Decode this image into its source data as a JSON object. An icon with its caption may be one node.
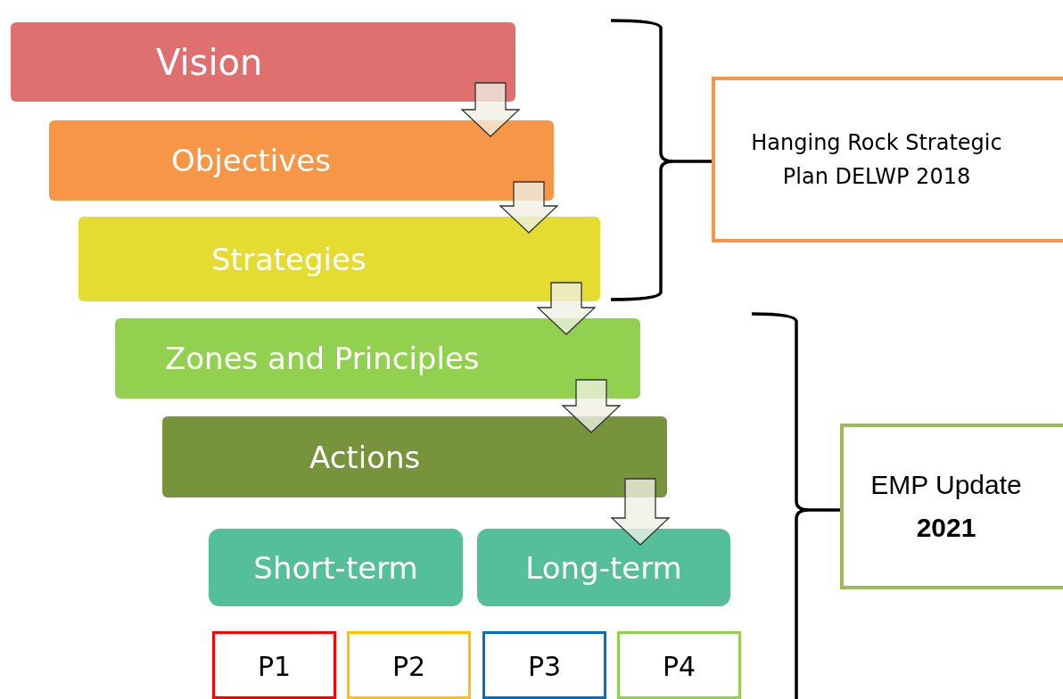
{
  "diagram": {
    "nodes": [
      {
        "text": [
          "Vision"
        ]
      },
      {
        "text": [
          "Objectives"
        ]
      },
      {
        "text": [
          "Strategies"
        ]
      },
      {
        "text": [
          "Zones and Principles"
        ]
      },
      {
        "text": [
          "Actions"
        ]
      },
      {
        "text": [
          "Short-term"
        ]
      },
      {
        "text": [
          "Long-term"
        ]
      },
      {
        "text": [
          "P1"
        ]
      },
      {
        "text": [
          "P2"
        ]
      },
      {
        "text": [
          "P3"
        ]
      },
      {
        "text": [
          "P4"
        ]
      },
      {
        "text": [
          "Hanging Rock Strategic Plan DELWP 2018"
        ]
      },
      {
        "text": [
          "EMP Update",
          "2021"
        ]
      }
    ],
    "edges": [
      {
        "from": 0,
        "to": 1,
        "arrow": "to"
      },
      {
        "from": 1,
        "to": 2,
        "arrow": "to"
      },
      {
        "from": 2,
        "to": 3,
        "arrow": "to"
      },
      {
        "from": 3,
        "to": 4,
        "arrow": "to"
      },
      {
        "from": 4,
        "to": 6,
        "arrow": "to"
      }
    ]
  }
}
